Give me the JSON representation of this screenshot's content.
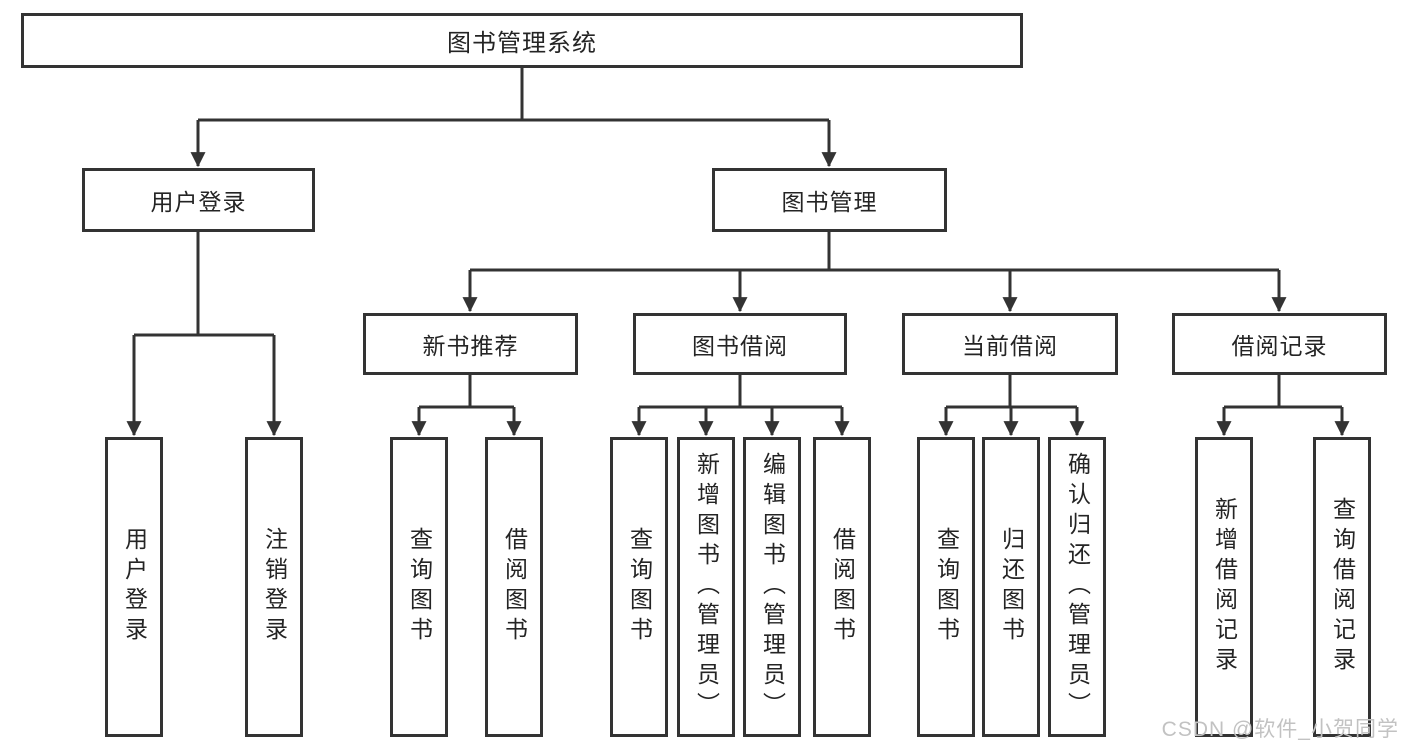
{
  "tree": {
    "label": "图书管理系统",
    "children": [
      {
        "label": "用户登录",
        "children": [
          {
            "label": "用户登录"
          },
          {
            "label": "注销登录"
          }
        ]
      },
      {
        "label": "图书管理",
        "children": [
          {
            "label": "新书推荐",
            "children": [
              {
                "label": "查询图书"
              },
              {
                "label": "借阅图书"
              }
            ]
          },
          {
            "label": "图书借阅",
            "children": [
              {
                "label": "查询图书"
              },
              {
                "label": "新增图书（管理员）"
              },
              {
                "label": "编辑图书（管理员）"
              },
              {
                "label": "借阅图书"
              }
            ]
          },
          {
            "label": "当前借阅",
            "children": [
              {
                "label": "查询图书"
              },
              {
                "label": "归还图书"
              },
              {
                "label": "确认归还（管理员）"
              }
            ]
          },
          {
            "label": "借阅记录",
            "children": [
              {
                "label": "新增借阅记录"
              },
              {
                "label": "查询借阅记录"
              }
            ]
          }
        ]
      }
    ]
  },
  "watermark": "CSDN @软件_小贺同学",
  "colors": {
    "line": "#333333",
    "text": "#242424",
    "watermark": "#c2c2c2",
    "background": "#ffffff"
  }
}
